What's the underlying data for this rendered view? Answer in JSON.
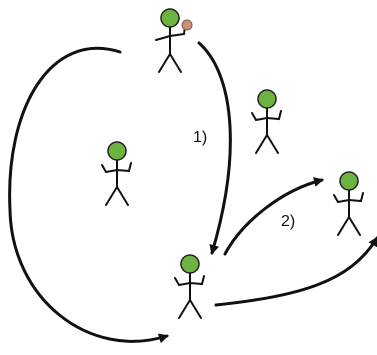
{
  "diagram": {
    "step_labels": {
      "step1": "1)",
      "step2": "2)"
    },
    "colors": {
      "head": "#6db33f",
      "head_stroke": "#222222",
      "stroke": "#111111",
      "ball": "#c9907a",
      "background": "#ffffff"
    },
    "figures": [
      {
        "id": "thrower",
        "has_ball": true
      },
      {
        "id": "upper-right"
      },
      {
        "id": "left"
      },
      {
        "id": "center-bottom"
      },
      {
        "id": "lower-right"
      }
    ],
    "icons": {
      "figure": "stick-figure-icon",
      "ball": "ball-icon",
      "arrow": "curved-arrow-icon"
    }
  }
}
